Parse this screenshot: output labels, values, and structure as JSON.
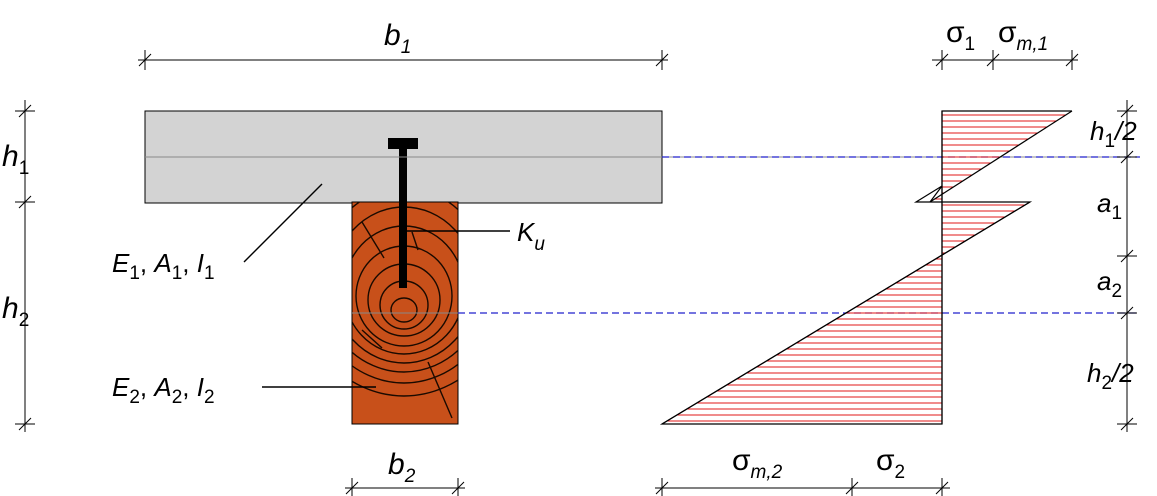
{
  "labels": {
    "b1": {
      "main": "b",
      "sub": "1"
    },
    "b2": {
      "main": "b",
      "sub": "2"
    },
    "h1": {
      "main": "h",
      "sub": "1"
    },
    "h2": {
      "main": "h",
      "sub": "2"
    },
    "sigma1": {
      "main": "σ",
      "sub": "1"
    },
    "sigma_m1": {
      "main": "σ",
      "sub": "m,1"
    },
    "sigma2": {
      "main": "σ",
      "sub": "2"
    },
    "sigma_m2": {
      "main": "σ",
      "sub": "m,2"
    },
    "h1_half": {
      "main": "h",
      "sub": "1",
      "tail": "/2"
    },
    "h2_half": {
      "main": "h",
      "sub": "2",
      "tail": "/2"
    },
    "a1": {
      "main": "a",
      "sub": "1"
    },
    "a2": {
      "main": "a",
      "sub": "2"
    },
    "ku": {
      "main": "K",
      "sub": "u"
    },
    "e1_group": {
      "e": "E",
      "e_sub": "1",
      "a": "A",
      "a_sub": "1",
      "i": "I",
      "i_sub": "1",
      "sep": ", "
    },
    "e2_group": {
      "e": "E",
      "e_sub": "2",
      "a": "A",
      "a_sub": "2",
      "i": "I",
      "i_sub": "2",
      "sep": ", "
    }
  },
  "colors": {
    "concrete_fill": "#d3d3d3",
    "timber_fill": "#c8501a",
    "grain_stroke": "#1a0a00",
    "hatch": "#e01818",
    "dash": "#2222cc",
    "ink": "#000000"
  }
}
